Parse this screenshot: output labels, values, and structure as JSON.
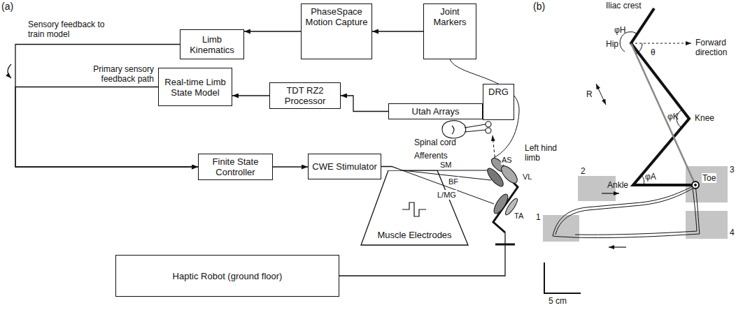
{
  "diagram": {
    "nodes": [
      {
        "text": [
          "Limb Kinematics"
        ]
      },
      {
        "text": [
          "PhaseSpace Motion Capture"
        ]
      },
      {
        "text": [
          "Joint Markers"
        ]
      },
      {
        "text": [
          "Real-time Limb State Model"
        ]
      },
      {
        "text": [
          "TDT RZ2 Processor"
        ]
      },
      {
        "text": [
          "DRG"
        ]
      },
      {
        "text": [
          "Utah Arrays"
        ]
      },
      {
        "text": [
          "Finite State Controller"
        ]
      },
      {
        "text": [
          "CWE Stimulator"
        ]
      },
      {
        "text": [
          "Muscle Electrodes"
        ]
      },
      {
        "text": [
          "Haptic Robot (ground floor)"
        ]
      }
    ],
    "edges": [
      {
        "from": 2,
        "to": 1,
        "arrow": "to"
      },
      {
        "from": 1,
        "to": 0,
        "arrow": "to"
      },
      {
        "from": 0,
        "to": 7,
        "arrow": "to"
      },
      {
        "from": 6,
        "to": 4,
        "arrow": "to"
      },
      {
        "from": 4,
        "to": 3,
        "arrow": "to"
      },
      {
        "from": 3,
        "to": 7,
        "arrow": "to"
      },
      {
        "from": 7,
        "to": 8,
        "arrow": "to"
      },
      {
        "from": 8,
        "to": 9,
        "arrow": "none"
      }
    ],
    "labels": [
      "(a)",
      "(b)",
      "Sensory feedback to train model",
      "Primary sensory feedback path",
      "Spinal cord",
      "Afferents",
      "Left hind limb",
      "AS",
      "VL",
      "SM",
      "BF",
      "L/MG",
      "TA",
      "Iliac crest",
      "Hip",
      "φH",
      "θ",
      "Forward direction",
      "R",
      "φK",
      "Knee",
      "Ankle",
      "φA",
      "Toe",
      "1",
      "2",
      "3",
      "4",
      "5 cm"
    ]
  }
}
